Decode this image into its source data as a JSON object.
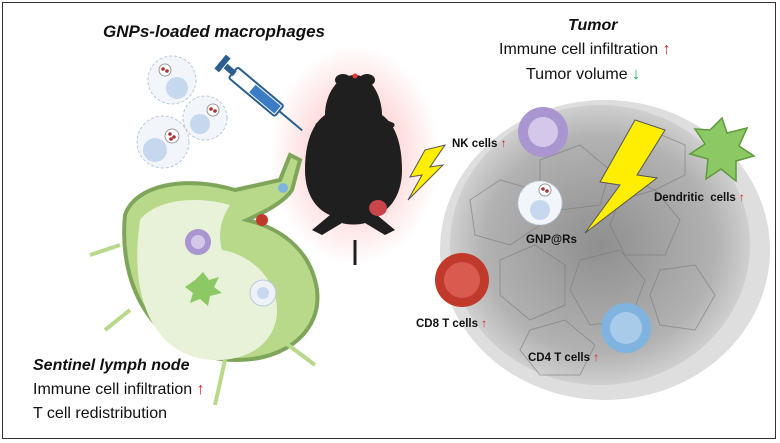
{
  "macrophages": {
    "title": "GNPs-loaded macrophages"
  },
  "tumor": {
    "title": "Tumor",
    "lines": [
      {
        "text": "Immune cell infiltration",
        "arrow": "↑"
      },
      {
        "text": "Tumor volume",
        "arrow": "↓"
      }
    ]
  },
  "lymph_node": {
    "title": "Sentinel lymph node",
    "lines": [
      {
        "text": "Immune cell infiltration",
        "arrow": "↑"
      },
      {
        "text": "T cell redistribution",
        "arrow": ""
      }
    ]
  },
  "cells": {
    "nk": {
      "label": "NK cells",
      "arrow": "↑"
    },
    "dendritic": {
      "label": "Dendritic  cells",
      "arrow": "↑"
    },
    "gnp": {
      "label": "GNP@Rs"
    },
    "cd8": {
      "label": "CD8 T cells",
      "arrow": "↑"
    },
    "cd4": {
      "label": "CD4 T cells",
      "arrow": "↑"
    }
  },
  "colors": {
    "up_arrow": "#d32020",
    "down_arrow": "#1aa05a",
    "lightning": "#ffee00",
    "lymph_node": "#b9d98a",
    "nk_cell": "#a995cf",
    "cd8_cell": "#c0392b",
    "cd4_cell": "#7fb3e0",
    "dendritic_cell": "#8cc864"
  }
}
